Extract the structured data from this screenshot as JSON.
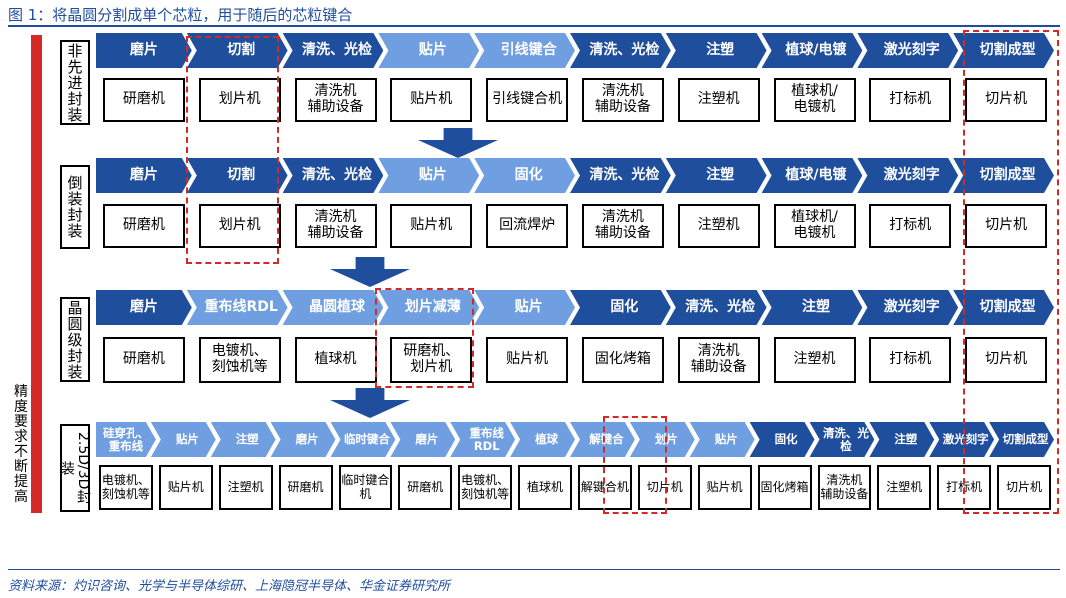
{
  "title": "图 1：将晶圆分割成单个芯粒，用于随后的芯粒键合",
  "source": "资料来源：灼识咨询、光学与半导体综研、上海隐冠半导体、华金证券研究所",
  "axis_label": "精度要求不断提高",
  "colors": {
    "dark_step": "#1f4e9d",
    "light_step": "#6f9fe0",
    "highlight": "#d42a27"
  },
  "rows": [
    {
      "label": "非先进封装",
      "steps": [
        {
          "text": "磨片",
          "tone": "dark"
        },
        {
          "text": "切割",
          "tone": "dark"
        },
        {
          "text": "清洗、光检",
          "tone": "dark"
        },
        {
          "text": "贴片",
          "tone": "light"
        },
        {
          "text": "引线键合",
          "tone": "light"
        },
        {
          "text": "清洗、光检",
          "tone": "dark"
        },
        {
          "text": "注塑",
          "tone": "dark"
        },
        {
          "text": "植球/电镀",
          "tone": "dark"
        },
        {
          "text": "激光刻字",
          "tone": "dark"
        },
        {
          "text": "切割成型",
          "tone": "dark"
        }
      ],
      "equipment": [
        "研磨机",
        "划片机",
        "清洗机\n辅助设备",
        "贴片机",
        "引线键合机",
        "清洗机\n辅助设备",
        "注塑机",
        "植球机/\n电镀机",
        "打标机",
        "切片机"
      ]
    },
    {
      "label": "倒装封装",
      "steps": [
        {
          "text": "磨片",
          "tone": "dark"
        },
        {
          "text": "切割",
          "tone": "dark"
        },
        {
          "text": "清洗、光检",
          "tone": "dark"
        },
        {
          "text": "贴片",
          "tone": "light"
        },
        {
          "text": "固化",
          "tone": "light"
        },
        {
          "text": "清洗、光检",
          "tone": "dark"
        },
        {
          "text": "注塑",
          "tone": "dark"
        },
        {
          "text": "植球/电镀",
          "tone": "dark"
        },
        {
          "text": "激光刻字",
          "tone": "dark"
        },
        {
          "text": "切割成型",
          "tone": "dark"
        }
      ],
      "equipment": [
        "研磨机",
        "划片机",
        "清洗机\n辅助设备",
        "贴片机",
        "回流焊炉",
        "清洗机\n辅助设备",
        "注塑机",
        "植球机/\n电镀机",
        "打标机",
        "切片机"
      ]
    },
    {
      "label": "晶圆级封装",
      "steps": [
        {
          "text": "磨片",
          "tone": "dark"
        },
        {
          "text": "重布线RDL",
          "tone": "light"
        },
        {
          "text": "晶圆植球",
          "tone": "light"
        },
        {
          "text": "划片减薄",
          "tone": "light"
        },
        {
          "text": "贴片",
          "tone": "light"
        },
        {
          "text": "固化",
          "tone": "dark"
        },
        {
          "text": "清洗、光检",
          "tone": "dark"
        },
        {
          "text": "注塑",
          "tone": "dark"
        },
        {
          "text": "激光刻字",
          "tone": "dark"
        },
        {
          "text": "切割成型",
          "tone": "dark"
        }
      ],
      "equipment": [
        "研磨机",
        "电镀机、\n刻蚀机等",
        "植球机",
        "研磨机、\n划片机",
        "贴片机",
        "固化烤箱",
        "清洗机\n辅助设备",
        "注塑机",
        "打标机",
        "切片机"
      ]
    },
    {
      "label": "2.5D/3D封装",
      "steps": [
        {
          "text": "硅穿孔、\n重布线",
          "tone": "light"
        },
        {
          "text": "贴片",
          "tone": "light"
        },
        {
          "text": "注塑",
          "tone": "light"
        },
        {
          "text": "磨片",
          "tone": "light"
        },
        {
          "text": "临时键合",
          "tone": "light"
        },
        {
          "text": "磨片",
          "tone": "light"
        },
        {
          "text": "重布线RDL",
          "tone": "light"
        },
        {
          "text": "植球",
          "tone": "light"
        },
        {
          "text": "解键合",
          "tone": "light"
        },
        {
          "text": "划片",
          "tone": "light"
        },
        {
          "text": "贴片",
          "tone": "light"
        },
        {
          "text": "固化",
          "tone": "dark"
        },
        {
          "text": "清洗、光检",
          "tone": "dark"
        },
        {
          "text": "注塑",
          "tone": "dark"
        },
        {
          "text": "激光刻字",
          "tone": "dark"
        },
        {
          "text": "切割成型",
          "tone": "dark"
        }
      ],
      "equipment": [
        "电镀机、\n刻蚀机等",
        "贴片机",
        "注塑机",
        "研磨机",
        "临时键合机",
        "研磨机",
        "电镀机、\n刻蚀机等",
        "植球机",
        "解键合机",
        "切片机",
        "贴片机",
        "固化烤箱",
        "清洗机\n辅助设备",
        "注塑机",
        "打标机",
        "切片机"
      ]
    }
  ]
}
